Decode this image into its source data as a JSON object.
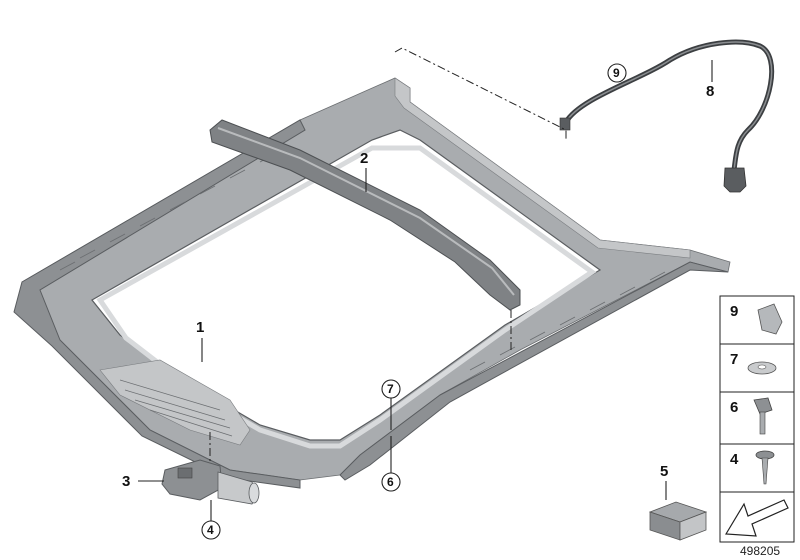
{
  "callouts": {
    "frame": "1",
    "seal": "2",
    "motor": "3",
    "screw_motor": "4",
    "grease": "5",
    "bolt": "6",
    "washer": "7",
    "drain_hose": "8",
    "clip": "9"
  },
  "legend": {
    "items": [
      "9",
      "7",
      "6",
      "4"
    ]
  },
  "reference_number": "498205",
  "colors": {
    "part_dark": "#8d9093",
    "part_mid": "#a9acaf",
    "part_light": "#c4c6c8",
    "line": "#222222"
  }
}
